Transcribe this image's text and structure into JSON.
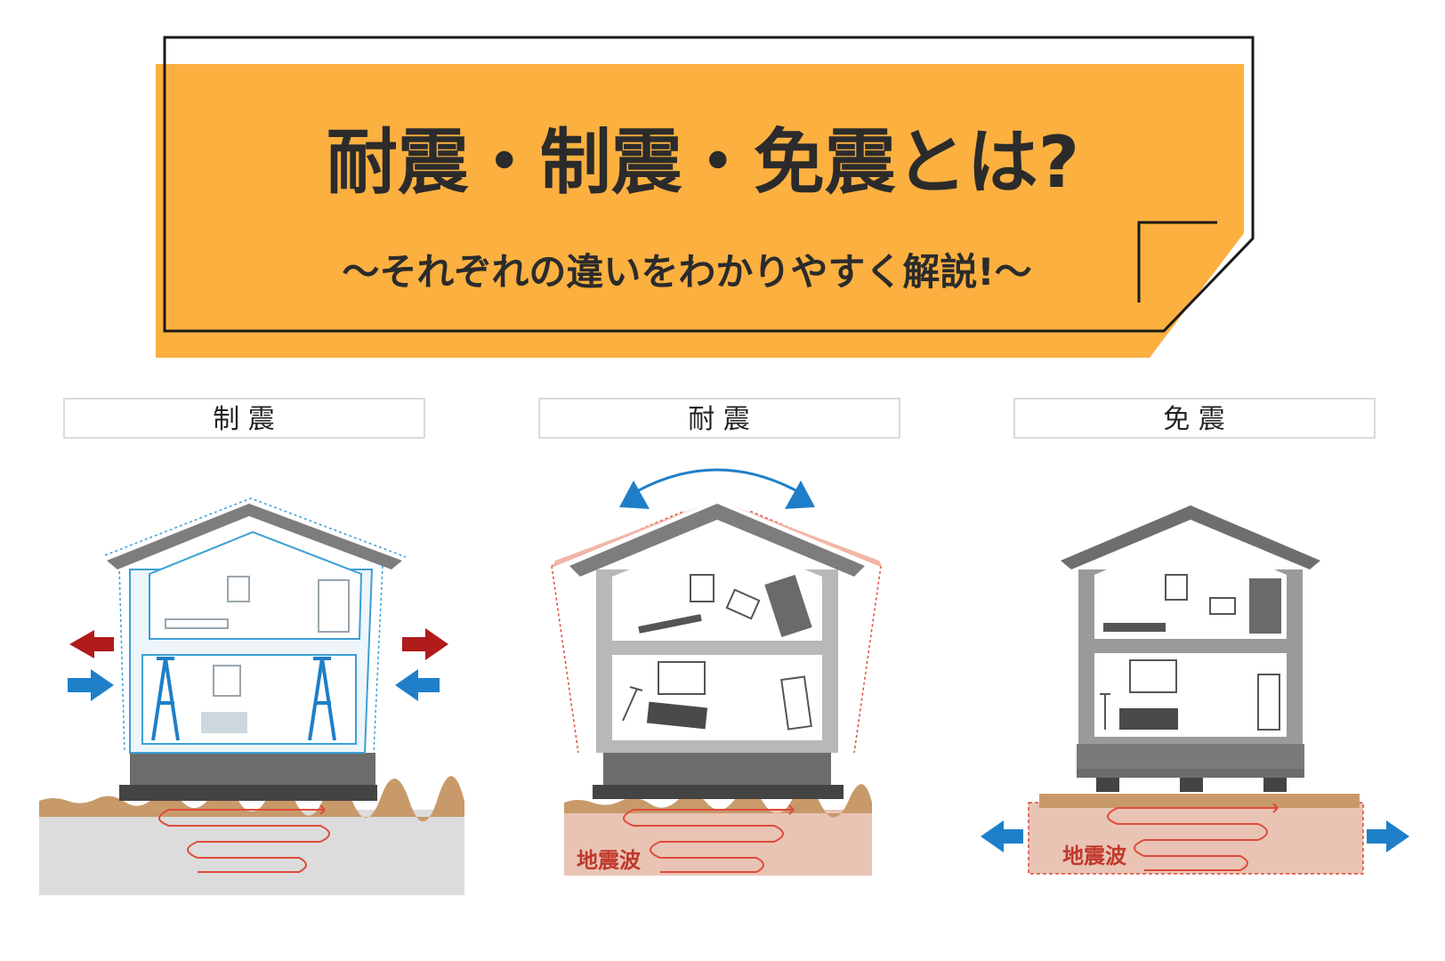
{
  "banner": {
    "title": "耐震・制震・免震とは?",
    "subtitle": "〜それぞれの違いをわかりやすく解説!〜"
  },
  "panels": [
    {
      "label": "制 震"
    },
    {
      "label": "耐 震",
      "wave_label": "地震波"
    },
    {
      "label": "免 震",
      "wave_label": "地震波"
    }
  ],
  "colors": {
    "banner_orange": "#fbb040",
    "outline": "#1a1a1a",
    "blue_line": "#3b9fd6",
    "arrow_blue": "#1e7fc8",
    "arrow_red": "#b01b1b",
    "wave_red": "#e04a3a",
    "soil": "#c89a6a",
    "ground_gray": "#dcdcdc",
    "ground_pink": "#e9c4b4",
    "house_gray": "#7d7d7d",
    "roof_gray": "#6e6e6e"
  }
}
